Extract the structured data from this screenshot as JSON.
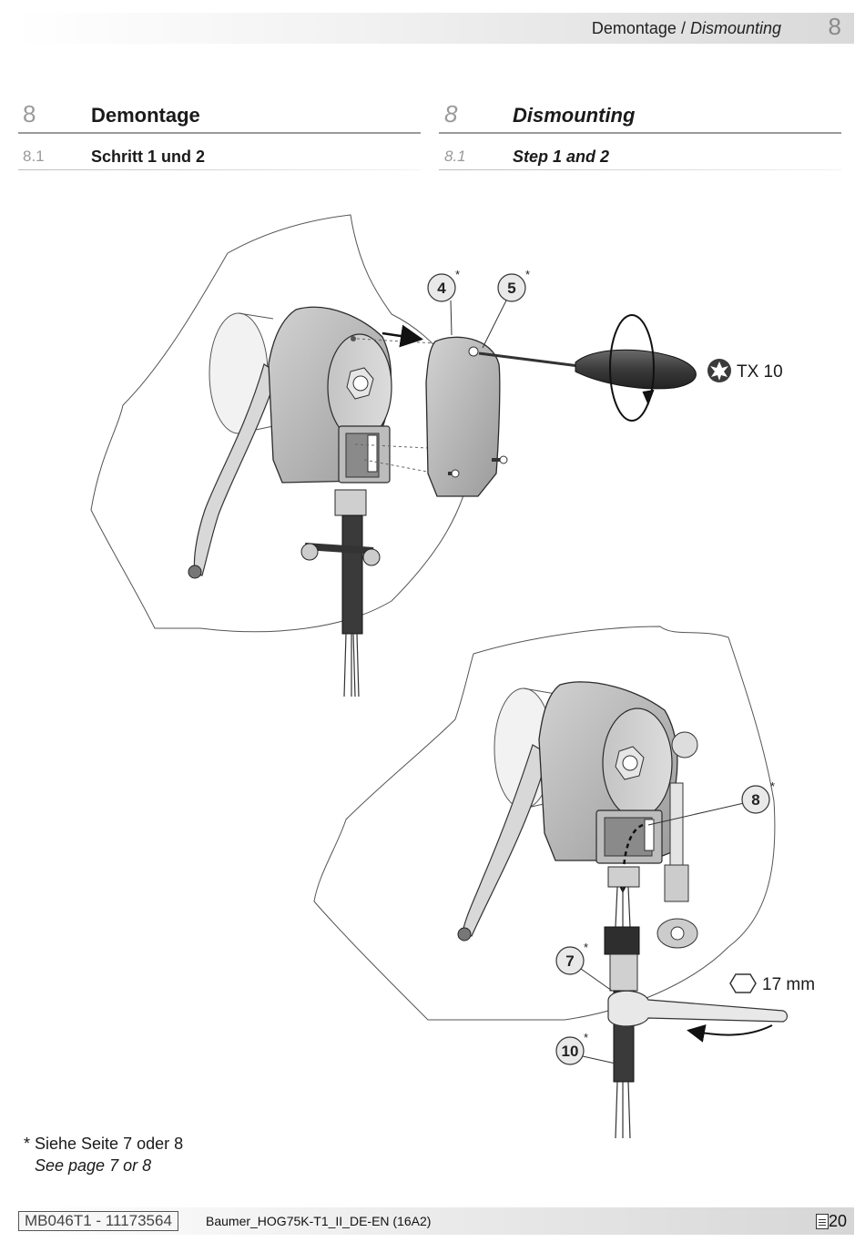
{
  "header": {
    "title_de": "Demontage",
    "separator": " / ",
    "title_en": "Dismounting",
    "chapter_number": "8"
  },
  "left_column": {
    "section_number": "8",
    "section_title": "Demontage",
    "subsection_number": "8.1",
    "subsection_title": "Schritt 1 und 2"
  },
  "right_column": {
    "section_number": "8",
    "section_title": "Dismounting",
    "subsection_number": "8.1",
    "subsection_title": "Step 1 and 2"
  },
  "illustration_top": {
    "callouts": [
      {
        "label": "4",
        "marker": "*"
      },
      {
        "label": "5",
        "marker": "*"
      }
    ],
    "tool_label": "TX 10",
    "tool_icon": "torx-icon"
  },
  "illustration_bottom": {
    "callouts": [
      {
        "label": "8",
        "marker": "*"
      },
      {
        "label": "7",
        "marker": "*"
      },
      {
        "label": "10",
        "marker": "*"
      }
    ],
    "tool_label": "17 mm",
    "tool_icon": "hex-nut-icon"
  },
  "footnote": {
    "line_de": "* Siehe Seite 7 oder 8",
    "line_en": "See page 7 or 8"
  },
  "footer": {
    "doc_number": "MB046T1 - 11173564",
    "doc_name": "Baumer_HOG75K-T1_II_DE-EN (16A2)",
    "page_number": "20"
  },
  "colors": {
    "part_fill": "#bdbdbd",
    "part_dark": "#8c8c8c",
    "line": "#2a2a2a",
    "accent_grey": "#9a9a9a"
  }
}
